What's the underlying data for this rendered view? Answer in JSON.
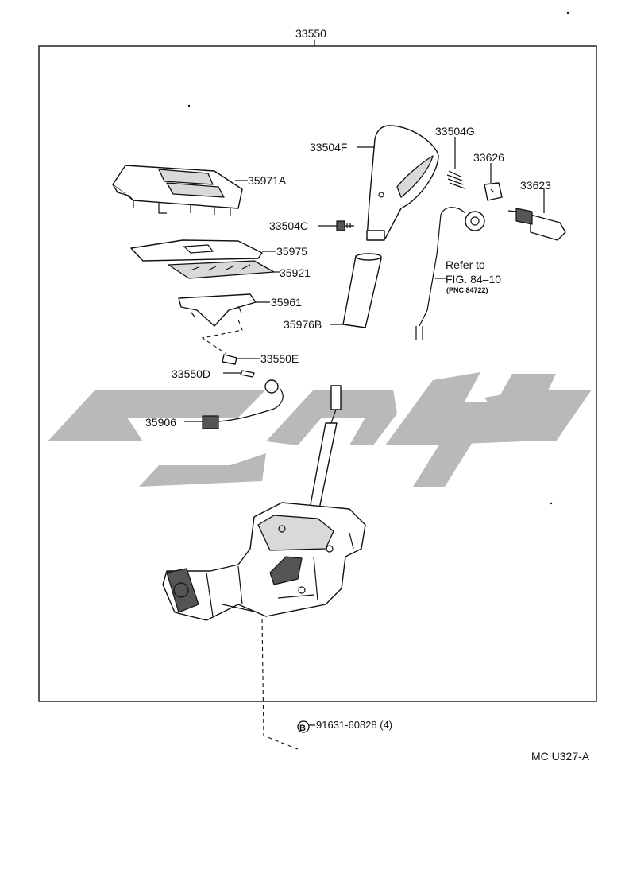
{
  "assembly_label": "33550",
  "figure_code": "MC U327-A",
  "parts": {
    "p35971A": "35971A",
    "p35975": "35975",
    "p35921": "35921",
    "p35961": "35961",
    "p33550E": "33550E",
    "p33550D": "33550D",
    "p35906": "35906",
    "p33504F": "33504F",
    "p33504C": "33504C",
    "p35976B": "35976B",
    "p33504G": "33504G",
    "p33626": "33626",
    "p33623": "33623"
  },
  "refer": {
    "line1": "Refer to",
    "line2": "FIG. 84–10",
    "line3": "(PNC 84722)"
  },
  "bolt": {
    "symbol": "B",
    "label": "91631-60828 (4)"
  },
  "colors": {
    "line": "#111111",
    "watermark": "#b9b9b9"
  }
}
